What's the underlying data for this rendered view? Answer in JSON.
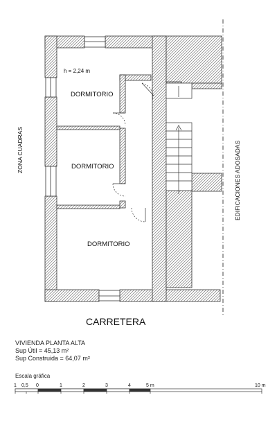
{
  "plan": {
    "rooms": [
      {
        "label": "DORMITORIO",
        "height_note": "h = 2,24 m"
      },
      {
        "label": "DORMITORIO"
      },
      {
        "label": "DORMITORIO"
      }
    ],
    "street_label": "CARRETERA",
    "left_label": "ZONA CUADRAS",
    "right_label": "EDIFICACIONES ADOSADAS"
  },
  "caption": {
    "title": "VIVIENDA PLANTA ALTA",
    "useful_area": "Sup Útil = 45,13 m²",
    "built_area": "Sup Construida = 64,07 m²"
  },
  "scale": {
    "label": "Escala gráfica",
    "ticks": [
      "1",
      "0,5",
      "0",
      "1",
      "2",
      "3",
      "4",
      "5 m",
      "10 m"
    ]
  }
}
